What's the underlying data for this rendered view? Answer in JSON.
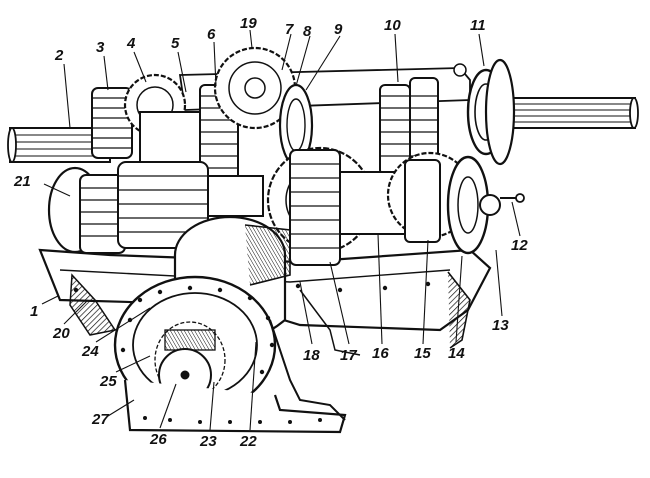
{
  "labels": [
    "1",
    "2",
    "3",
    "4",
    "5",
    "6",
    "7",
    "8",
    "9",
    "10",
    "11",
    "12",
    "13",
    "14",
    "15",
    "16",
    "17",
    "18",
    "19",
    "20",
    "21",
    "22",
    "23",
    "24",
    "25",
    "26",
    "27"
  ],
  "colors": {
    "ink": "#111111",
    "paper": "#ffffff",
    "shade": "#444444"
  }
}
